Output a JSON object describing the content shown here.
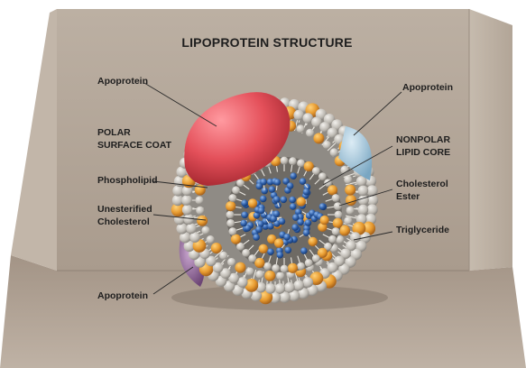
{
  "title": "LIPOPROTEIN STRUCTURE",
  "labels": {
    "apoprotein_top_left": "Apoprotein",
    "apoprotein_top_right": "Apoprotein",
    "polar_line1": "POLAR",
    "polar_line2": "SURFACE COAT",
    "nonpolar_line1": "NONPOLAR",
    "nonpolar_line2": "LIPID CORE",
    "phospholipid": "Phospholipid",
    "cholesterol_ester_line1": "Cholesterol",
    "cholesterol_ester_line2": "Ester",
    "unesterified_line1": "Unesterified",
    "unesterified_line2": "Cholesterol",
    "triglyceride": "Triglyceride",
    "apoprotein_bottom": "Apoprotein"
  },
  "colors": {
    "board": "#b5a89a",
    "board_edge": "#8f8276",
    "apoprotein_red": "#e4505a",
    "apoprotein_blue": "#a9c9dc",
    "apoprotein_purple": "#9a6fa0",
    "phospholipid_head": "#c9c6c0",
    "cholesterol_orange": "#e79a2f",
    "core_blue": "#2f5fa8"
  }
}
